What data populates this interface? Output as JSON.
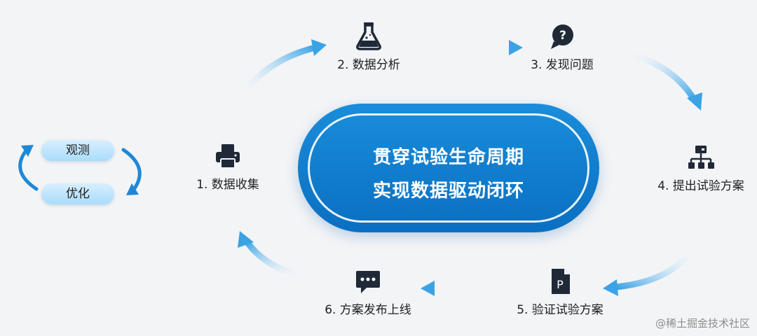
{
  "center": {
    "line1": "贯穿试验生命周期",
    "line2": "实现数据驱动闭环"
  },
  "steps": [
    {
      "label": "1. 数据收集",
      "icon": "printer-icon"
    },
    {
      "label": "2. 数据分析",
      "icon": "flask-icon"
    },
    {
      "label": "3. 发现问题",
      "icon": "question-bubble-icon"
    },
    {
      "label": "4. 提出试验方案",
      "icon": "hierarchy-icon"
    },
    {
      "label": "5. 验证试验方案",
      "icon": "document-p-icon"
    },
    {
      "label": "6. 方案发布上线",
      "icon": "chat-dots-icon"
    }
  ],
  "loop": {
    "top": "观测",
    "bottom": "优化"
  },
  "footer": {
    "credit": "@稀土掘金技术社区"
  },
  "colors": {
    "primary": "#0a6fc0",
    "arrow": "#3aa3e6",
    "icon": "#1f2937"
  }
}
